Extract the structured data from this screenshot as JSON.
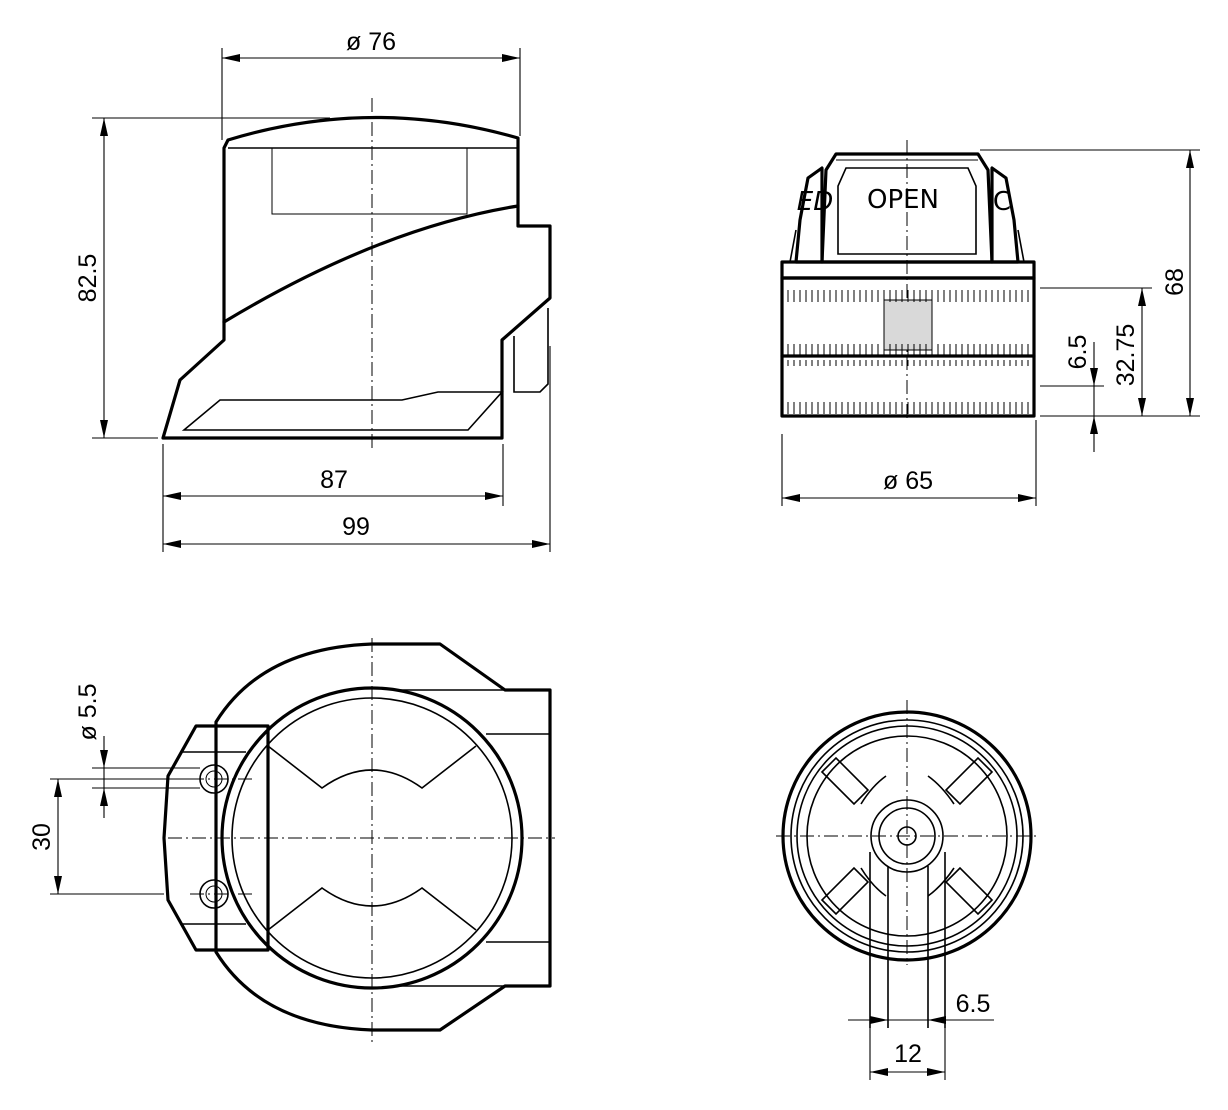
{
  "dimensions": {
    "side_diameter": "ø 76",
    "side_height": "82.5",
    "side_base_width": "87",
    "side_total_width": "99",
    "front_height": "68",
    "front_upper_height": "32.75",
    "front_ring_height": "6.5",
    "front_diameter": "ø 65",
    "top_hole_diameter": "ø 5.5",
    "top_hole_spacing": "30",
    "bottom_slot_width": "6.5",
    "bottom_outer_width": "12"
  },
  "cap_label": "OPEN",
  "cap_side_label_left": "ED",
  "cap_side_label_right": "C"
}
